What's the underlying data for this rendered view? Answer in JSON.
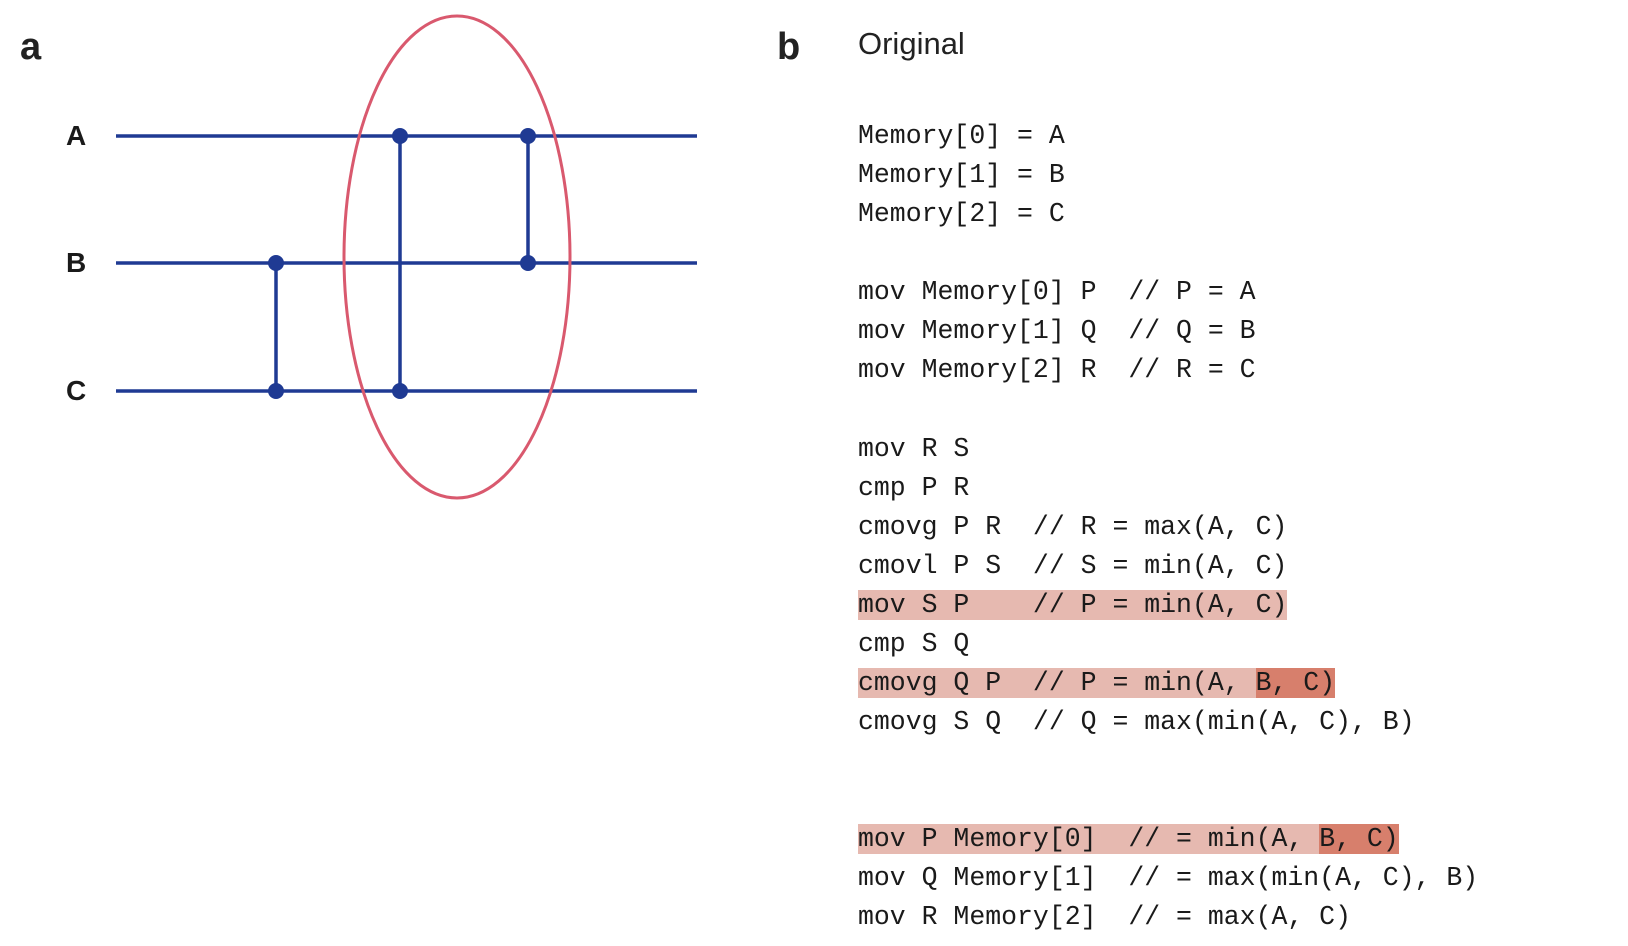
{
  "panels": {
    "a_label": "a",
    "b_label": "b"
  },
  "colors": {
    "wire": "#1f3a93",
    "ellipse": "#d9596e",
    "highlight_light": "#e6b9b0",
    "highlight_dark": "#d77f6c",
    "text": "#1a1a1a"
  },
  "circuit": {
    "wires": [
      "A",
      "B",
      "C"
    ],
    "gates": [
      {
        "name": "gate-b-c",
        "connects": [
          "B",
          "C"
        ]
      },
      {
        "name": "gate-a-c",
        "connects": [
          "A",
          "C"
        ]
      },
      {
        "name": "gate-a-b",
        "connects": [
          "A",
          "B"
        ]
      }
    ]
  },
  "code": {
    "title": "Original",
    "lines": [
      {
        "segments": [
          {
            "text": "Memory[0] = A"
          }
        ]
      },
      {
        "segments": [
          {
            "text": "Memory[1] = B"
          }
        ]
      },
      {
        "segments": [
          {
            "text": "Memory[2] = C"
          }
        ]
      },
      {
        "segments": [
          {
            "text": "mov Memory[0] P  // P = A"
          }
        ]
      },
      {
        "segments": [
          {
            "text": "mov Memory[1] Q  // Q = B"
          }
        ]
      },
      {
        "segments": [
          {
            "text": "mov Memory[2] R  // R = C"
          }
        ]
      },
      {
        "segments": [
          {
            "text": "mov R S"
          }
        ]
      },
      {
        "segments": [
          {
            "text": "cmp P R"
          }
        ]
      },
      {
        "segments": [
          {
            "text": "cmovg P R  // R = max(A, C)"
          }
        ]
      },
      {
        "segments": [
          {
            "text": "cmovl P S  // S = min(A, C)"
          }
        ]
      },
      {
        "segments": [
          {
            "text": "mov S P    // P = min(A, C)",
            "hl": "light"
          }
        ]
      },
      {
        "segments": [
          {
            "text": "cmp S Q"
          }
        ]
      },
      {
        "segments": [
          {
            "text": "cmovg Q P  // P = min(A, ",
            "hl": "light"
          },
          {
            "text": "B, C)",
            "hl": "dark"
          }
        ]
      },
      {
        "segments": [
          {
            "text": "cmovg S Q  // Q = max(min(A, C), B)"
          }
        ]
      },
      {
        "segments": [
          {
            "text": "mov P Memory[0]  // = min(A, ",
            "hl": "light"
          },
          {
            "text": "B, C)",
            "hl": "dark"
          }
        ]
      },
      {
        "segments": [
          {
            "text": "mov Q Memory[1]  // = max(min(A, C), B)"
          }
        ]
      },
      {
        "segments": [
          {
            "text": "mov R Memory[2]  // = max(A, C)"
          }
        ]
      }
    ]
  }
}
